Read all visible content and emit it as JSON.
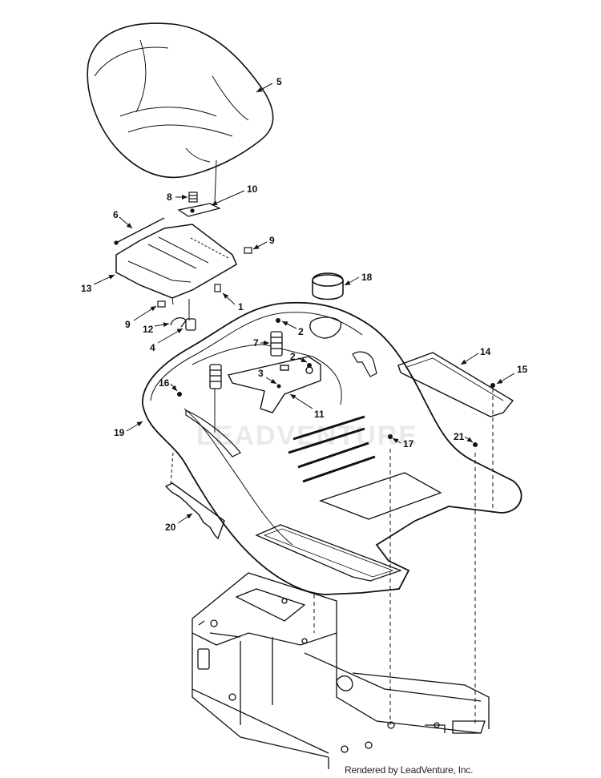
{
  "diagram": {
    "watermark": "LEADVENTURE",
    "footer": "Rendered by LeadVenture, Inc.",
    "callouts": [
      {
        "id": "c5",
        "label": "5"
      },
      {
        "id": "c8",
        "label": "8"
      },
      {
        "id": "c10",
        "label": "10"
      },
      {
        "id": "c6",
        "label": "6"
      },
      {
        "id": "c9a",
        "label": "9"
      },
      {
        "id": "c13",
        "label": "13"
      },
      {
        "id": "c1",
        "label": "1"
      },
      {
        "id": "c9b",
        "label": "9"
      },
      {
        "id": "c12",
        "label": "12"
      },
      {
        "id": "c4",
        "label": "4"
      },
      {
        "id": "c18",
        "label": "18"
      },
      {
        "id": "c2a",
        "label": "2"
      },
      {
        "id": "c7",
        "label": "7"
      },
      {
        "id": "c2b",
        "label": "2"
      },
      {
        "id": "c3",
        "label": "3"
      },
      {
        "id": "c14",
        "label": "14"
      },
      {
        "id": "c15",
        "label": "15"
      },
      {
        "id": "c16",
        "label": "16"
      },
      {
        "id": "c11",
        "label": "11"
      },
      {
        "id": "c19",
        "label": "19"
      },
      {
        "id": "c17",
        "label": "17"
      },
      {
        "id": "c21",
        "label": "21"
      },
      {
        "id": "c20",
        "label": "20"
      }
    ]
  }
}
